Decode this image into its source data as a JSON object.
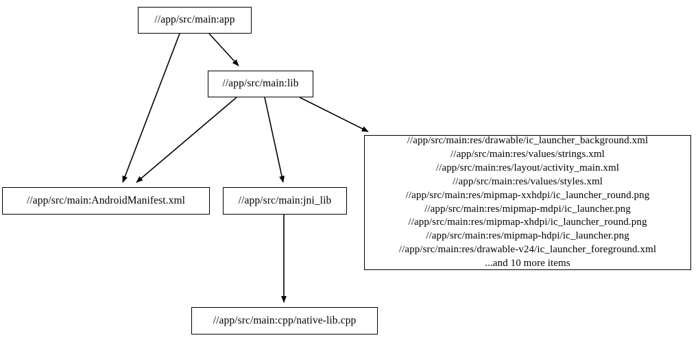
{
  "graph": {
    "type": "directed-dependency-graph",
    "background_color": "#ffffff",
    "line_color": "#000000",
    "text_color": "#000000",
    "nodes": [
      {
        "id": "app",
        "label": "//app/src/main:app"
      },
      {
        "id": "lib",
        "label": "//app/src/main:lib"
      },
      {
        "id": "manifest",
        "label": "//app/src/main:AndroidManifest.xml"
      },
      {
        "id": "jni_lib",
        "label": "//app/src/main:jni_lib"
      },
      {
        "id": "native_lib",
        "label": "//app/src/main:cpp/native-lib.cpp"
      },
      {
        "id": "res_group",
        "label": "//app/src/main:res/drawable/ic_launcher_background.xml\n//app/src/main:res/values/strings.xml\n//app/src/main:res/layout/activity_main.xml\n//app/src/main:res/values/styles.xml\n//app/src/main:res/mipmap-xxhdpi/ic_launcher_round.png\n//app/src/main:res/mipmap-mdpi/ic_launcher.png\n//app/src/main:res/mipmap-xhdpi/ic_launcher_round.png\n//app/src/main:res/mipmap-hdpi/ic_launcher.png\n//app/src/main:res/drawable-v24/ic_launcher_foreground.xml\n...and 10 more items",
        "lines": [
          "//app/src/main:res/drawable/ic_launcher_background.xml",
          "//app/src/main:res/values/strings.xml",
          "//app/src/main:res/layout/activity_main.xml",
          "//app/src/main:res/values/styles.xml",
          "//app/src/main:res/mipmap-xxhdpi/ic_launcher_round.png",
          "//app/src/main:res/mipmap-mdpi/ic_launcher.png",
          "//app/src/main:res/mipmap-xhdpi/ic_launcher_round.png",
          "//app/src/main:res/mipmap-hdpi/ic_launcher.png",
          "//app/src/main:res/drawable-v24/ic_launcher_foreground.xml",
          "...and 10 more items"
        ],
        "overflow_note": "...and 10 more items",
        "overflow_count": 10
      }
    ],
    "edges": [
      {
        "from": "app",
        "to": "manifest"
      },
      {
        "from": "app",
        "to": "lib"
      },
      {
        "from": "lib",
        "to": "manifest"
      },
      {
        "from": "lib",
        "to": "jni_lib"
      },
      {
        "from": "lib",
        "to": "res_group"
      },
      {
        "from": "jni_lib",
        "to": "native_lib"
      }
    ]
  }
}
